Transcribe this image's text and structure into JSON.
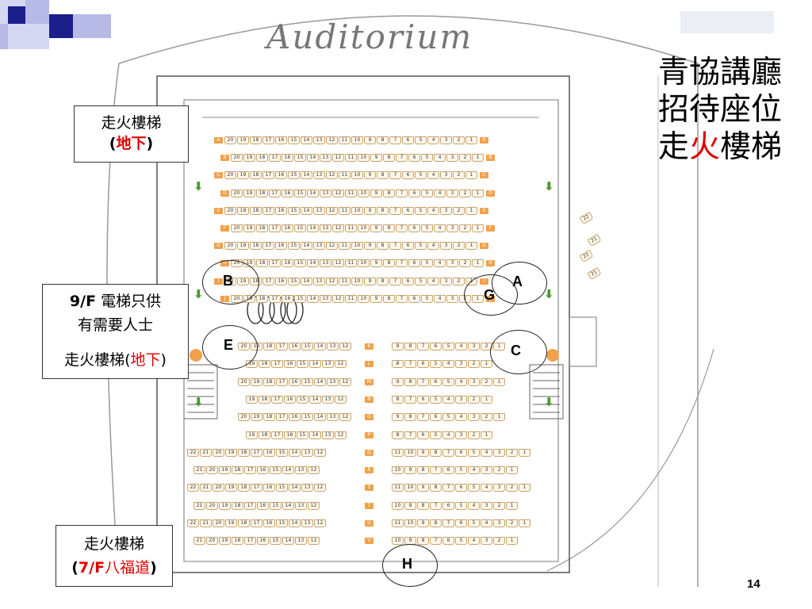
{
  "header": {
    "logo_text": "Auditorium",
    "title_lines": [
      "青協講廳",
      "招待座位"
    ],
    "title_line3_pre": "走",
    "title_line3_red": "火",
    "title_line3_post": "樓梯"
  },
  "labels": {
    "top_left_line1": "走火樓梯",
    "top_left_open": "(",
    "top_left_red": "地下",
    "top_left_close": ")",
    "mid_left_bold": "9/F",
    "mid_left_line1_rest": " 電梯只供",
    "mid_left_line2": "有需要人士",
    "mid_left_line3": "走火樓梯(",
    "mid_left_red": "地下",
    "mid_left_close": ")",
    "bottom_left_line1": "走火樓梯",
    "bottom_left_open": "(",
    "bottom_left_bold": "7/F",
    "bottom_left_red": "八福道",
    "bottom_left_close": ")"
  },
  "markers": [
    "A",
    "B",
    "C",
    "E",
    "G",
    "H"
  ],
  "page_number": "14",
  "colors": {
    "seat_border": "#c9a36b",
    "row_tag": "#f2a04a",
    "arrow": "#4a9a2a",
    "accent_red": "#e00000",
    "corner_navy": "#1a1f8c",
    "corner_lavender": "#b7b9e6"
  },
  "seating": {
    "upper_rows": [
      "A",
      "B",
      "C",
      "D",
      "E",
      "F",
      "G",
      "H",
      "I",
      "J"
    ],
    "upper_seat_numbers": [
      "20",
      "19",
      "18",
      "17",
      "16",
      "15",
      "14",
      "13",
      "12",
      "11",
      "10",
      "9",
      "8",
      "7",
      "6",
      "5",
      "4",
      "3",
      "2",
      "1"
    ],
    "lower_rows": [
      "K",
      "L",
      "M",
      "N",
      "O",
      "P",
      "Q",
      "R",
      "S",
      "T",
      "U",
      "V"
    ],
    "lower_left_numbers": [
      "22",
      "21",
      "20",
      "19",
      "18",
      "17",
      "16",
      "15",
      "14",
      "13",
      "12"
    ],
    "lower_right_numbers": [
      "11",
      "10",
      "9",
      "8",
      "7",
      "6",
      "5",
      "4",
      "3",
      "2",
      "1"
    ],
    "side_seat_numbers": [
      "22",
      "21",
      "22",
      "21"
    ]
  }
}
